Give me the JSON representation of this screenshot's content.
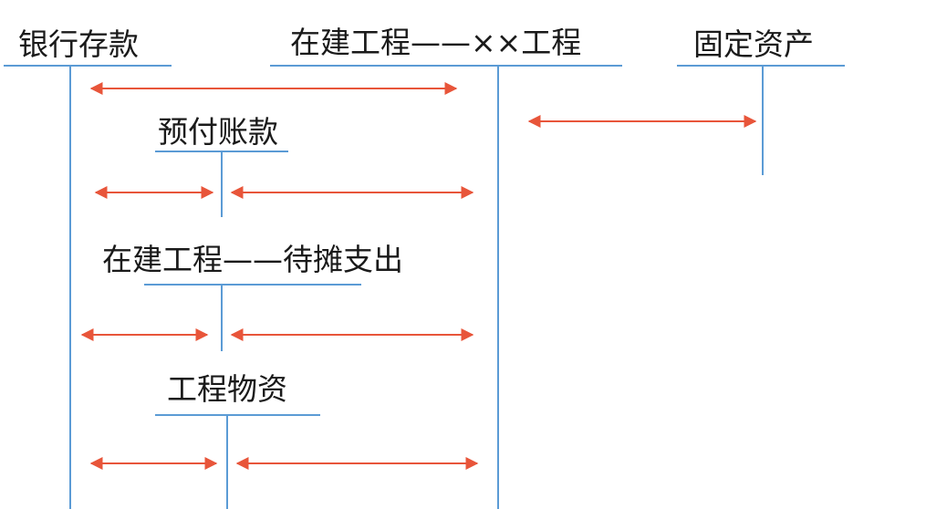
{
  "colors": {
    "account_line": "#5b9bd5",
    "arrow": "#e8553a",
    "text": "#1a1a1a"
  },
  "accounts": {
    "bank_deposit": "银行存款",
    "construction_in_progress_project": "在建工程——××工程",
    "fixed_assets": "固定资产",
    "prepayments": "预付账款",
    "construction_in_progress_pending": "在建工程——待摊支出",
    "engineering_materials": "工程物资"
  }
}
